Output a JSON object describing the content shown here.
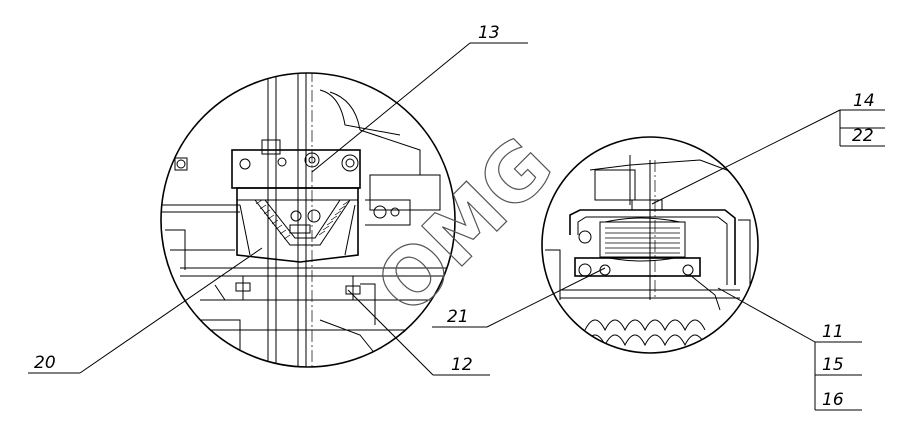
{
  "watermark": "OMG",
  "callouts": {
    "c13": "13",
    "c14": "14",
    "c22": "22",
    "c20": "20",
    "c12": "12",
    "c21": "21",
    "c11": "11",
    "c15": "15",
    "c16": "16"
  }
}
